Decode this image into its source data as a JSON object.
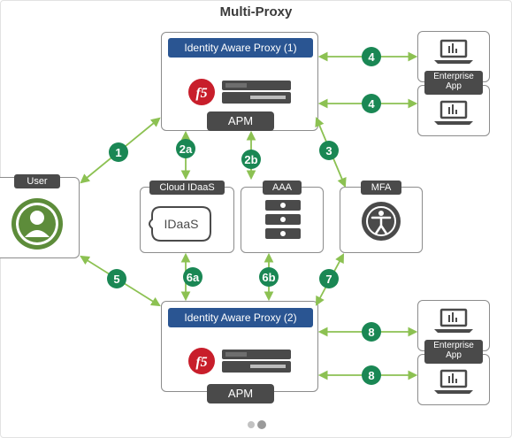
{
  "title": "Multi-Proxy",
  "colors": {
    "arrow": "#8cc152",
    "badge": "#1a8754",
    "bar": "#2a5592",
    "dark": "#4a4a4a",
    "user_icon": "#5d8c3a",
    "f5_logo": "#c81e2b"
  },
  "proxy_top": {
    "bar_label": "Identity Aware Proxy (1)",
    "apm_label": "APM",
    "logo_text": "f5"
  },
  "proxy_bottom": {
    "bar_label": "Identity Aware Proxy (2)",
    "apm_label": "APM",
    "logo_text": "f5"
  },
  "user": {
    "label": "User"
  },
  "cloud_idaas": {
    "label": "Cloud IDaaS",
    "icon_text": "IDaaS"
  },
  "aaa": {
    "label": "AAA"
  },
  "mfa": {
    "label": "MFA"
  },
  "enterprise_top": {
    "label_line1": "Enterprise",
    "label_line2": "App"
  },
  "enterprise_bottom": {
    "label_line1": "Enterprise",
    "label_line2": "App"
  },
  "badges": [
    "1",
    "2a",
    "2b",
    "3",
    "4",
    "4",
    "5",
    "6a",
    "6b",
    "7",
    "8",
    "8"
  ],
  "carousel": {
    "icon": "pager-dots-icon"
  }
}
